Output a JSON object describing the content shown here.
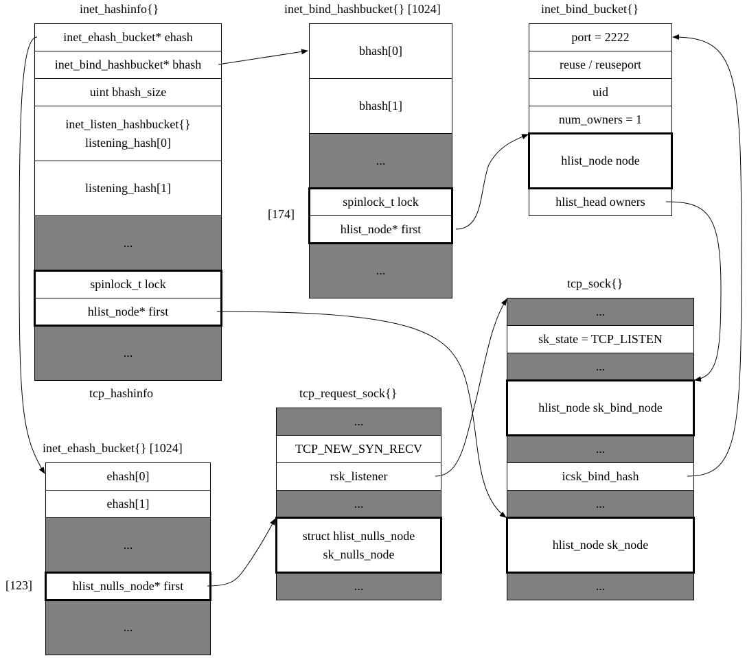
{
  "inet_hashinfo": {
    "title": "inet_hashinfo{}",
    "caption": "tcp_hashinfo",
    "rows": {
      "ehash": "inet_ehash_bucket* ehash",
      "bhash": "inet_bind_hashbucket* bhash",
      "bhash_size": "uint bhash_size",
      "listening0_line1": "inet_listen_hashbucket{}",
      "listening0_line2": "listening_hash[0]",
      "listening1": "listening_hash[1]",
      "dots1": "...",
      "lock": "spinlock_t lock",
      "first": "hlist_node* first",
      "dots2": "..."
    }
  },
  "bind_hashbucket": {
    "title": "inet_bind_hashbucket{} [1024]",
    "index_label": "[174]",
    "rows": {
      "bhash0": "bhash[0]",
      "bhash1": "bhash[1]",
      "dots1": "...",
      "lock": "spinlock_t lock",
      "first": "hlist_node* first",
      "dots2": "..."
    }
  },
  "bind_bucket": {
    "title": "inet_bind_bucket{}",
    "rows": {
      "port": "port = 2222",
      "reuse": "reuse / reuseport",
      "uid": "uid",
      "num_owners": "num_owners = 1",
      "node": "hlist_node node",
      "owners": "hlist_head owners"
    }
  },
  "tcp_sock": {
    "title": "tcp_sock{}",
    "rows": {
      "dots1": "...",
      "sk_state": "sk_state = TCP_LISTEN",
      "dots2": "...",
      "sk_bind_node": "hlist_node sk_bind_node",
      "dots3": "...",
      "icsk_bind_hash": "icsk_bind_hash",
      "dots4": "...",
      "sk_node": "hlist_node sk_node",
      "dots5": "..."
    }
  },
  "ehash_bucket": {
    "title": "inet_ehash_bucket{} [1024]",
    "index_label": "[123]",
    "rows": {
      "ehash0": "ehash[0]",
      "ehash1": "ehash[1]",
      "dots1": "...",
      "first": "hlist_nulls_node* first",
      "dots2": "..."
    }
  },
  "request_sock": {
    "title": "tcp_request_sock{}",
    "rows": {
      "dots1": "...",
      "state": "TCP_NEW_SYN_RECV",
      "rsk_listener": "rsk_listener",
      "dots2": "...",
      "nulls_line1": "struct hlist_nulls_node",
      "nulls_line2": "sk_nulls_node",
      "dots3": "..."
    }
  },
  "colors": {
    "cell_fill": "#ffffff",
    "gray_fill": "#808080",
    "line": "#000000"
  }
}
